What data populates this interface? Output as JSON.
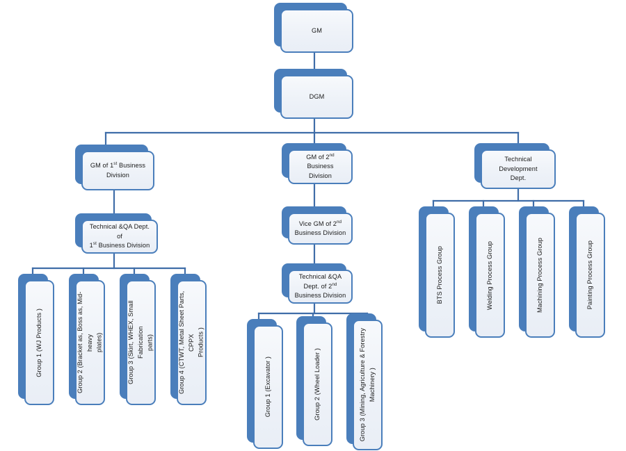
{
  "diagram": {
    "title": "Organization Structure Chart",
    "type": "org-chart",
    "colors": {
      "box_border": "#4a7ebb",
      "box_shadow": "#4a7ebb",
      "box_fill": "#eef2f8",
      "connector": "#3f6da8",
      "text": "#1a1a1a",
      "background": "#ffffff"
    },
    "nodes": [
      {
        "id": "gm",
        "label": "GM",
        "orientation": "horizontal",
        "level": 0
      },
      {
        "id": "dgm",
        "label": "DGM",
        "orientation": "horizontal",
        "level": 1
      },
      {
        "id": "gm-bd1",
        "label": "GM of 1st Business Division",
        "label_html": "GM of 1<sup>st</sup> Business\nDivision",
        "orientation": "horizontal",
        "level": 2
      },
      {
        "id": "gm-bd2",
        "label": "GM of 2nd Business Division",
        "label_html": "GM of 2<sup>nd</sup> Business\nDivision",
        "orientation": "horizontal",
        "level": 2
      },
      {
        "id": "tech-dev",
        "label": "Technical Development Dept.",
        "label_html": "Technical Development\nDept.",
        "orientation": "horizontal",
        "level": 2
      },
      {
        "id": "tqa-bd1",
        "label": "Technical &QA Dept. of 1st Business Division",
        "label_html": "Technical &amp;QA Dept. of\n1<sup>st</sup> Business Division",
        "orientation": "horizontal",
        "level": 3
      },
      {
        "id": "vice-gm-bd2",
        "label": "Vice GM of 2nd Business Division",
        "label_html": "Vice GM of 2<sup>nd</sup>\nBusiness Division",
        "orientation": "horizontal",
        "level": 3
      },
      {
        "id": "tqa-bd2",
        "label": "Technical &QA Dept. of 2nd Business Division",
        "label_html": "Technical &amp;QA\nDept. of 2<sup>nd</sup>\nBusiness Division",
        "orientation": "horizontal",
        "level": 4
      },
      {
        "id": "bd1-g1",
        "label": "Group 1  (WJ Products )",
        "orientation": "vertical",
        "level": 4
      },
      {
        "id": "bd1-g2",
        "label": "Group 2  (Bracket as, Boss as, Mid-heavy\nplates)",
        "orientation": "vertical",
        "level": 4
      },
      {
        "id": "bd1-g3",
        "label": "Group 3  (Skirt, WHEX, Small Fabrication\nparts)",
        "orientation": "vertical",
        "level": 4
      },
      {
        "id": "bd1-g4",
        "label": "Group 4  (CTWT, Metal Sheet Parts, CPPX\nProducts )",
        "orientation": "vertical",
        "level": 4
      },
      {
        "id": "bd2-g1",
        "label": "Group 1  (Excavator )",
        "orientation": "vertical",
        "level": 5
      },
      {
        "id": "bd2-g2",
        "label": "Group 2  (Wheel Loader )",
        "orientation": "vertical",
        "level": 5
      },
      {
        "id": "bd2-g3",
        "label": "Group 3  (Mining, Agriculture & Forestry\nMachinery )",
        "orientation": "vertical",
        "level": 5
      },
      {
        "id": "td-bts",
        "label": "BTS  Process Group",
        "orientation": "vertical",
        "level": 3
      },
      {
        "id": "td-welding",
        "label": "Welding Process Group",
        "orientation": "vertical",
        "level": 3
      },
      {
        "id": "td-machining",
        "label": "Machining Process Group",
        "orientation": "vertical",
        "level": 3
      },
      {
        "id": "td-painting",
        "label": "Painting Process Group",
        "orientation": "vertical",
        "level": 3
      }
    ],
    "edges": [
      {
        "from": "gm",
        "to": "dgm"
      },
      {
        "from": "dgm",
        "to": "gm-bd1"
      },
      {
        "from": "dgm",
        "to": "gm-bd2"
      },
      {
        "from": "dgm",
        "to": "tech-dev"
      },
      {
        "from": "gm-bd1",
        "to": "tqa-bd1"
      },
      {
        "from": "gm-bd2",
        "to": "vice-gm-bd2"
      },
      {
        "from": "vice-gm-bd2",
        "to": "tqa-bd2"
      },
      {
        "from": "tqa-bd1",
        "to": "bd1-g1"
      },
      {
        "from": "tqa-bd1",
        "to": "bd1-g2"
      },
      {
        "from": "tqa-bd1",
        "to": "bd1-g3"
      },
      {
        "from": "tqa-bd1",
        "to": "bd1-g4"
      },
      {
        "from": "tqa-bd2",
        "to": "bd2-g1"
      },
      {
        "from": "tqa-bd2",
        "to": "bd2-g2"
      },
      {
        "from": "tqa-bd2",
        "to": "bd2-g3"
      },
      {
        "from": "tech-dev",
        "to": "td-bts"
      },
      {
        "from": "tech-dev",
        "to": "td-welding"
      },
      {
        "from": "tech-dev",
        "to": "td-machining"
      },
      {
        "from": "tech-dev",
        "to": "td-painting"
      }
    ]
  }
}
